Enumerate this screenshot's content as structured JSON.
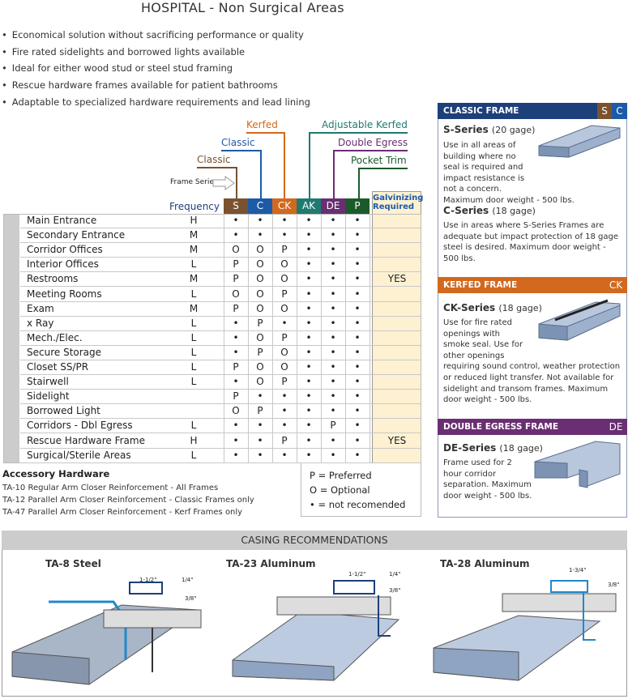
{
  "title": "HOSPITAL - Non Surgical Areas",
  "bullets": [
    "Economical solution without sacrificing performance or quality",
    "Fire rated sidelights and borrowed lights available",
    "Ideal for either wood stud or steel stud framing",
    "Rescue hardware frames available for patient bathrooms",
    "Adaptable to specialized hardware requirements and lead lining"
  ],
  "column_labels": {
    "kerfed": "Kerfed",
    "classic_c": "Classic",
    "classic_s": "Classic",
    "frame_series": "Frame Series",
    "adjustable_kerfed": "Adjustable Kerfed",
    "double_egress": "Double Egress",
    "pocket_trim": "Pocket Trim"
  },
  "table": {
    "frequency_header": "Frequency",
    "galvanizing_header": "Galvinizing Required",
    "columns": [
      "S",
      "C",
      "CK",
      "AK",
      "DE",
      "P"
    ],
    "column_colors": [
      "#7a5230",
      "#1d5aa8",
      "#d2691e",
      "#1f7a70",
      "#6a2e72",
      "#1d5a2a"
    ],
    "rows": [
      {
        "name": "Main Entrance",
        "freq": "H",
        "cells": [
          "•",
          "•",
          "•",
          "•",
          "•",
          "•"
        ],
        "galv": ""
      },
      {
        "name": "Secondary Entrance",
        "freq": "M",
        "cells": [
          "•",
          "•",
          "•",
          "•",
          "•",
          "•"
        ],
        "galv": ""
      },
      {
        "name": "Corridor Offices",
        "freq": "M",
        "cells": [
          "O",
          "O",
          "P",
          "•",
          "•",
          "•"
        ],
        "galv": ""
      },
      {
        "name": "Interior Offices",
        "freq": "L",
        "cells": [
          "P",
          "O",
          "O",
          "•",
          "•",
          "•"
        ],
        "galv": ""
      },
      {
        "name": "Restrooms",
        "freq": "M",
        "cells": [
          "P",
          "O",
          "O",
          "•",
          "•",
          "•"
        ],
        "galv": "YES"
      },
      {
        "name": "Meeting Rooms",
        "freq": "L",
        "cells": [
          "O",
          "O",
          "P",
          "•",
          "•",
          "•"
        ],
        "galv": ""
      },
      {
        "name": "Exam",
        "freq": "M",
        "cells": [
          "P",
          "O",
          "O",
          "•",
          "•",
          "•"
        ],
        "galv": ""
      },
      {
        "name": "x Ray",
        "freq": "L",
        "cells": [
          "•",
          "P",
          "•",
          "•",
          "•",
          "•"
        ],
        "galv": ""
      },
      {
        "name": "Mech./Elec.",
        "freq": "L",
        "cells": [
          "•",
          "O",
          "P",
          "•",
          "•",
          "•"
        ],
        "galv": ""
      },
      {
        "name": "Secure Storage",
        "freq": "L",
        "cells": [
          "•",
          "P",
          "O",
          "•",
          "•",
          "•"
        ],
        "galv": ""
      },
      {
        "name": "Closet SS/PR",
        "freq": "L",
        "cells": [
          "P",
          "O",
          "O",
          "•",
          "•",
          "•"
        ],
        "galv": ""
      },
      {
        "name": "Stairwell",
        "freq": "L",
        "cells": [
          "•",
          "O",
          "P",
          "•",
          "•",
          "•"
        ],
        "galv": ""
      },
      {
        "name": "Sidelight",
        "freq": "",
        "cells": [
          "P",
          "•",
          "•",
          "•",
          "•",
          "•"
        ],
        "galv": ""
      },
      {
        "name": "Borrowed Light",
        "freq": "",
        "cells": [
          "O",
          "P",
          "•",
          "•",
          "•",
          "•"
        ],
        "galv": ""
      },
      {
        "name": "Corridors - Dbl Egress",
        "freq": "L",
        "cells": [
          "•",
          "•",
          "•",
          "•",
          "P",
          "•"
        ],
        "galv": ""
      },
      {
        "name": "Rescue Hardware Frame",
        "freq": "H",
        "cells": [
          "•",
          "•",
          "P",
          "•",
          "•",
          "•"
        ],
        "galv": "YES"
      },
      {
        "name": "Surgical/Sterile Areas",
        "freq": "L",
        "cells": [
          "•",
          "•",
          "•",
          "•",
          "•",
          "•"
        ],
        "galv": ""
      }
    ]
  },
  "accessory": {
    "title": "Accessory Hardware",
    "items": [
      "TA-10 Regular Arm Closer Reinforcement - All Frames",
      "TA-12 Parallel Arm Closer Reinforcement - Classic Frames only",
      "TA-47 Parallel Arm Closer Reinforcement - Kerf Frames only"
    ]
  },
  "legend": [
    "P = Preferred",
    "O = Optional",
    "• = not recomended"
  ],
  "panel": {
    "classic": {
      "bar": "CLASSIC FRAME",
      "tag1": "S",
      "tag2": "C",
      "s_title": "S-Series",
      "s_gage": "(20 gage)",
      "s_text": "Use in all areas of building where no seal is required and impact resistance is not a concern. Maximum door weight - 500 lbs.",
      "c_title": "C-Series",
      "c_gage": "(18 gage)",
      "c_text": "Use in areas where S-Series Frames are adequate but impact protection of 18 gage steel is desired. Maximum door weight - 500 lbs."
    },
    "kerfed": {
      "bar": "KERFED FRAME",
      "tag": "CK",
      "title": "CK-Series",
      "gage": "(18 gage)",
      "text": "Use for fire rated openings with smoke seal. Use for other openings requiring sound control, weather protection or reduced light transfer. Not available for sidelight and transom frames. Maximum door weight - 500 lbs."
    },
    "double_egress": {
      "bar": "DOUBLE EGRESS FRAME",
      "tag": "DE",
      "title": "DE-Series",
      "gage": "(18 gage)",
      "text": "Frame used for 2 hour corridor separation. Maximum door weight - 500 lbs."
    }
  },
  "casing": {
    "header": "CASING RECOMMENDATIONS",
    "items": [
      "TA-8 Steel",
      "TA-23 Aluminum",
      "TA-28 Aluminum"
    ],
    "dims": {
      "a": "1-1/2\"",
      "b": "1/4\"",
      "c": "3/8\"",
      "d": "1-1/2\"",
      "e": "1/4\"",
      "f": "3/8\"",
      "g": "1-3/4\"",
      "h": "3/8\""
    }
  }
}
